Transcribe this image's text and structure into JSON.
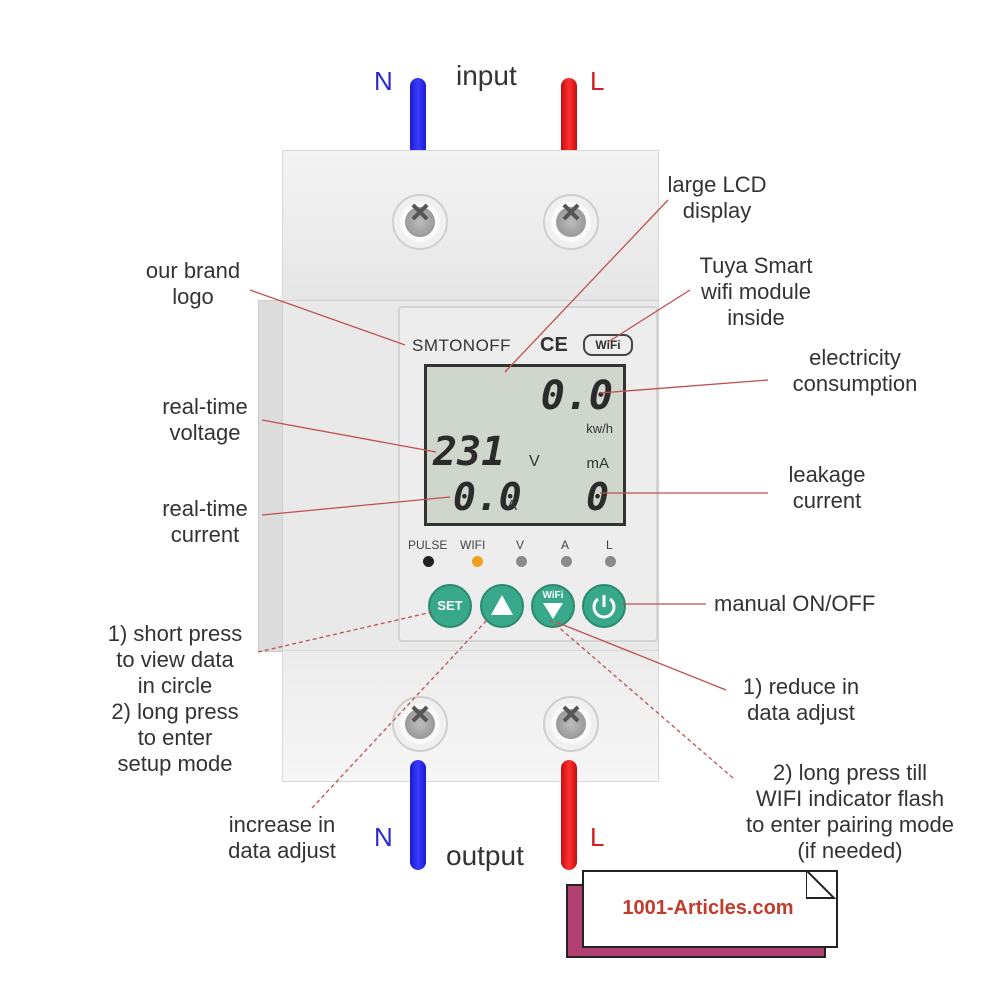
{
  "terminals": {
    "input_label": "input",
    "output_label": "output",
    "neutral": "N",
    "live": "L"
  },
  "device": {
    "brand": "SMTONOFF",
    "ce_mark": "CE",
    "wifi_badge": "WiFi",
    "lcd": {
      "energy_value": "0.0",
      "energy_unit": "kw/h",
      "voltage_value": "231",
      "voltage_unit": "V",
      "leak_unit": "mA",
      "current_value": "0.0",
      "current_unit": "A",
      "leak_value": "0"
    },
    "indicators": [
      "PULSE",
      "WIFI",
      "V",
      "A",
      "L"
    ],
    "indicator_colors": [
      "#222222",
      "#f0a020",
      "#8a8a8a",
      "#8a8a8a",
      "#8a8a8a"
    ],
    "buttons": {
      "set": "SET",
      "up_icon": "triangle-up-icon",
      "down_label": "WiFi",
      "power_icon": "power-icon"
    }
  },
  "callouts": {
    "brand_logo": "our brand\nlogo",
    "lcd_display": "large LCD\ndisplay",
    "tuya": "Tuya Smart\nwifi module\ninside",
    "consumption": "electricity\nconsumption",
    "voltage": "real-time\nvoltage",
    "current": "real-time\ncurrent",
    "leakage": "leakage\ncurrent",
    "manual": "manual ON/OFF",
    "set_press": "1) short press\nto view data\nin circle\n2) long press\nto enter\nsetup mode",
    "reduce": "1) reduce in\ndata adjust",
    "increase": "increase in\ndata adjust",
    "pairing": "2) long press till\nWIFI indicator flash\nto enter pairing mode\n(if needed)"
  },
  "watermark": "1001-Articles.com",
  "colors": {
    "neutral_wire": "#2020e0",
    "live_wire": "#e82020",
    "button": "#37a98a",
    "callout_line": "#c0504d"
  }
}
